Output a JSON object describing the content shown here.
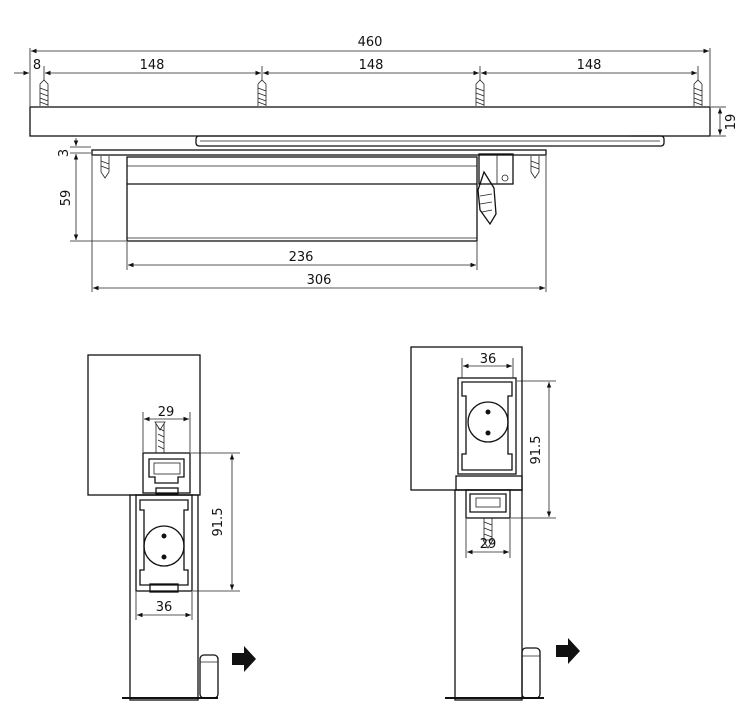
{
  "top_view": {
    "dims": {
      "total_length": "460",
      "edge_offset": "8",
      "spacing_1": "148",
      "spacing_2": "148",
      "spacing_3": "148",
      "frame_height": "19",
      "gap": "3",
      "closer_height": "59",
      "body_length": "236",
      "plate_length": "306"
    }
  },
  "section_left": {
    "dims": {
      "screw_spacing": "29",
      "rail_width": "36",
      "height": "91.5"
    }
  },
  "section_right": {
    "dims": {
      "rail_width": "36",
      "height": "91.5",
      "screw_spacing": "29"
    }
  },
  "colors": {
    "line": "#111111",
    "paper": "#ffffff"
  }
}
